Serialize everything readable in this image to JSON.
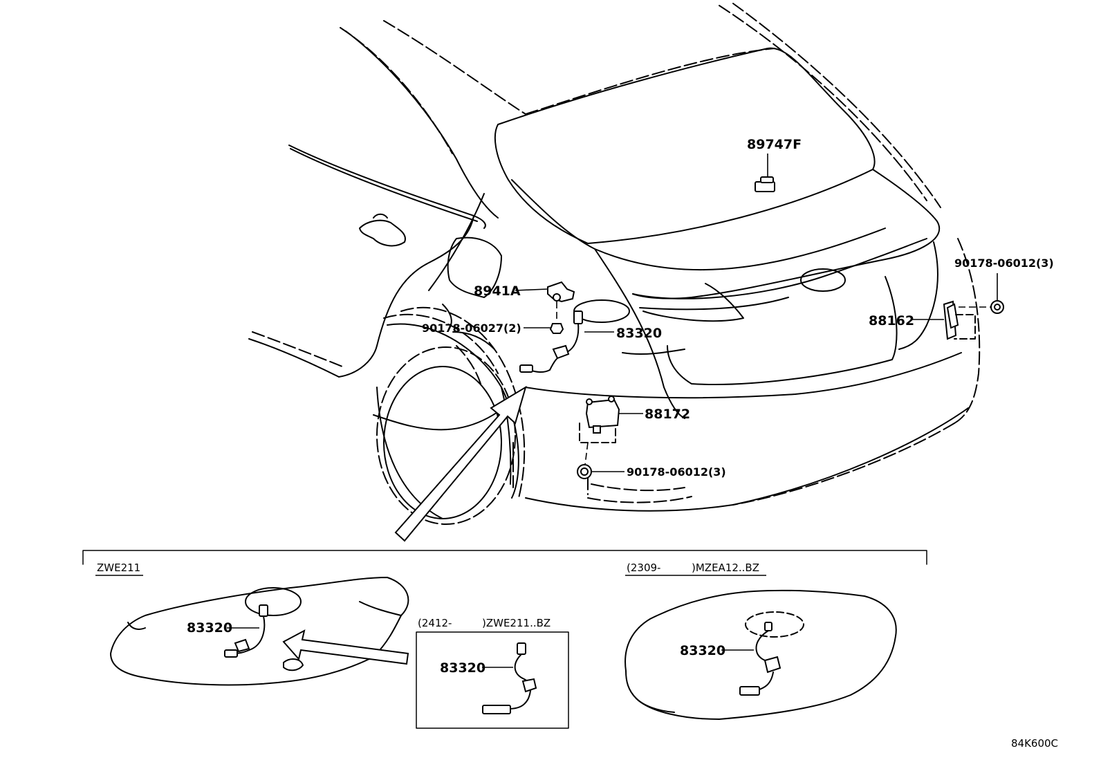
{
  "diagram_code": "84K600C",
  "callouts": {
    "p89747F": "89747F",
    "p90178_06012_top": "90178-06012(3)",
    "p88162": "88162",
    "p8941A": "8941A",
    "p90178_06027": "90178-06027(2)",
    "p83320_main": "83320",
    "p88172": "88172",
    "p90178_06012_bottom": "90178-06012(3)"
  },
  "insets": {
    "zwe211": {
      "caption": "ZWE211",
      "part": "83320"
    },
    "zwe211_bz": {
      "caption_start": "(2412-",
      "caption_end": ")ZWE211..BZ",
      "part": "83320"
    },
    "mzea12_bz": {
      "caption_start": "(2309-",
      "caption_end": ")MZEA12..BZ",
      "part": "83320"
    }
  }
}
